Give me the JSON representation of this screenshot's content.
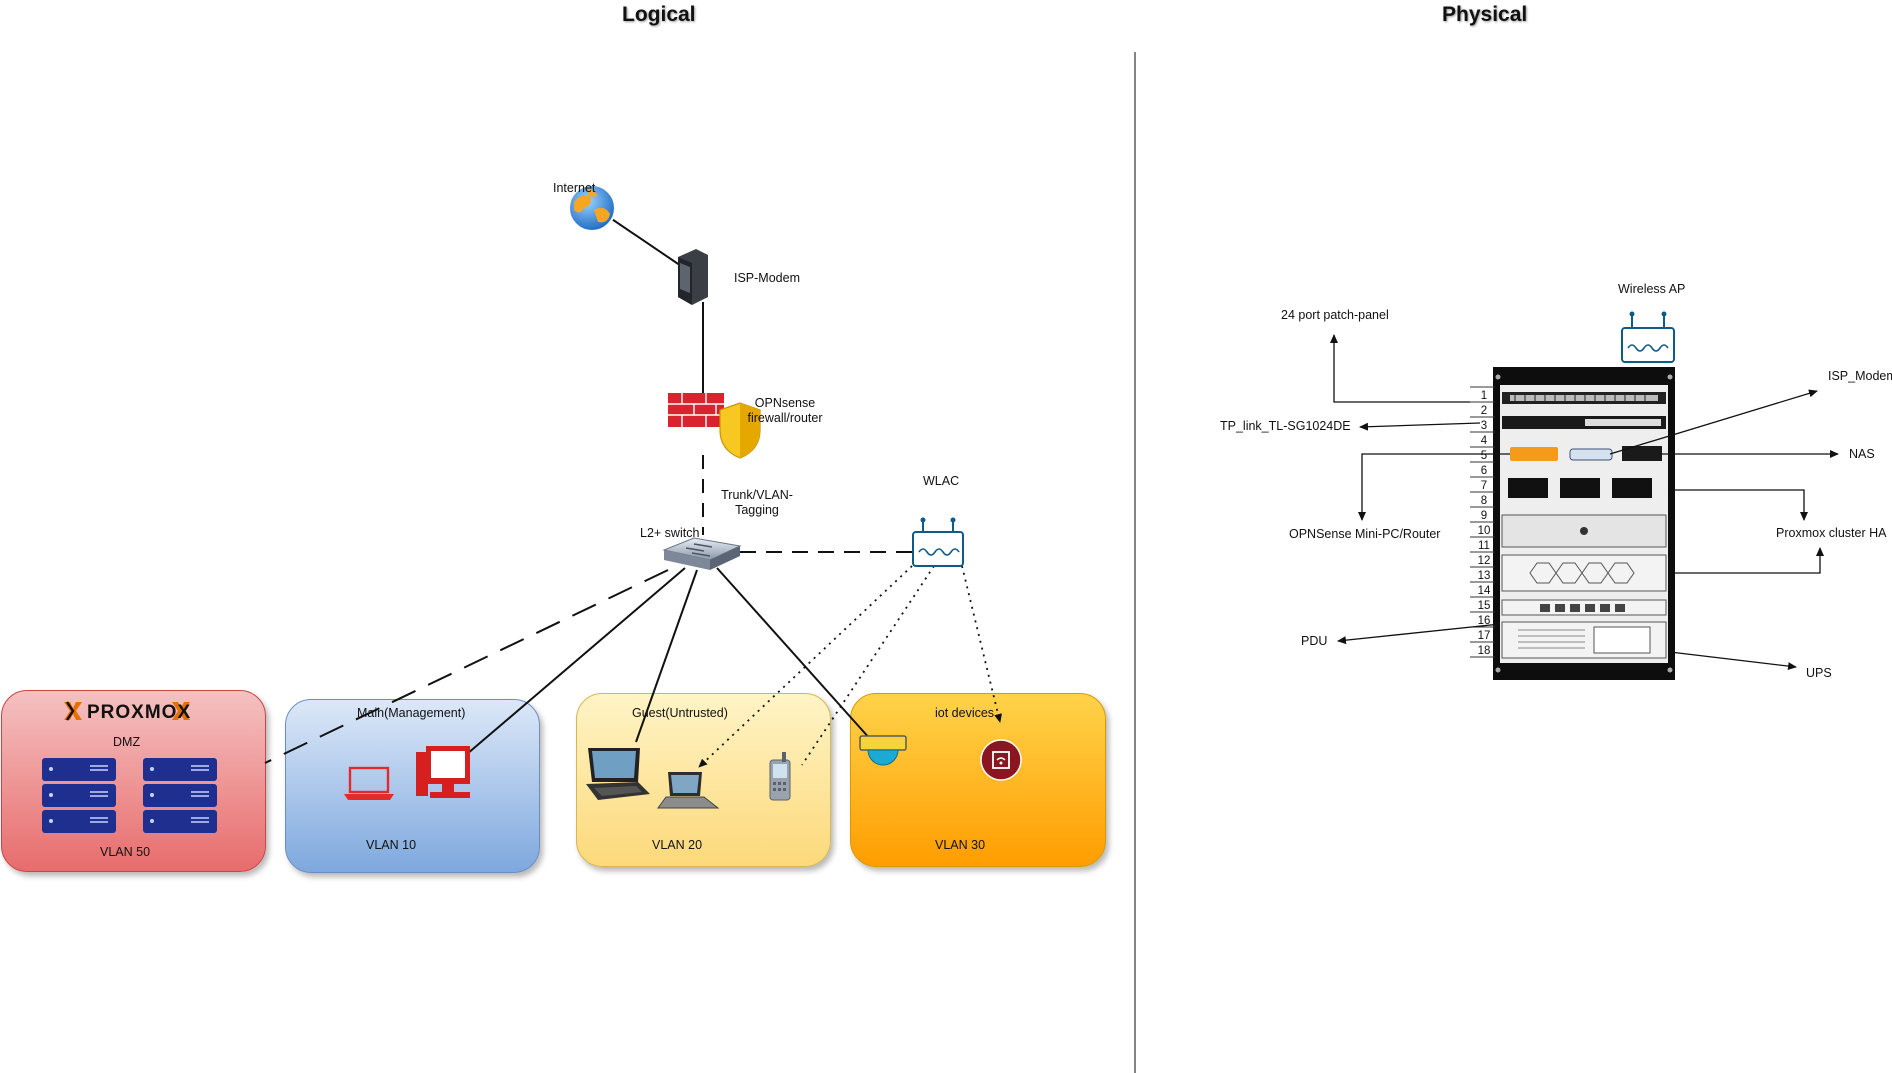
{
  "titles": {
    "logical": "Logical",
    "physical": "Physical"
  },
  "logical": {
    "internet": "Internet",
    "isp_modem": "ISP-Modem",
    "firewall_line1": "OPNsense",
    "firewall_line2": "firewall/router",
    "trunk_line1": "Trunk/VLAN-",
    "trunk_line2": "Tagging",
    "switch": "L2+ switch",
    "wlac": "WLAC",
    "vlans": [
      {
        "name": "",
        "brand": "PROXMOX",
        "brand_x": "X",
        "subtitle": "DMZ",
        "vlan": "VLAN 50",
        "color_top": "#f5c1c1",
        "color_bottom": "#e86c6c"
      },
      {
        "name": "Main(Management)",
        "vlan": "VLAN 10",
        "color_top": "#dce8f8",
        "color_bottom": "#7ea8de"
      },
      {
        "name": "Guest(Untrusted)",
        "vlan": "VLAN 20",
        "color_top": "#fff4c6",
        "color_bottom": "#fcd97a"
      },
      {
        "name": "iot devices",
        "vlan": "VLAN 30",
        "color_top": "#ffd34a",
        "color_bottom": "#ff9d00"
      }
    ]
  },
  "physical": {
    "wireless_ap": "Wireless AP",
    "patch_panel": "24 port patch-panel",
    "isp_modem": "ISP_Modem",
    "switch": "TP_link_TL-SG1024DE",
    "nas": "NAS",
    "opnsense": "OPNSense Mini-PC/Router",
    "proxmox": "Proxmox cluster HA",
    "pdu": "PDU",
    "ups": "UPS",
    "rack_units": [
      "1",
      "2",
      "3",
      "4",
      "5",
      "6",
      "7",
      "8",
      "9",
      "10",
      "11",
      "12",
      "13",
      "14",
      "15",
      "16",
      "17",
      "18"
    ]
  },
  "icons": [
    "globe-icon",
    "modem-icon",
    "firewall-icon",
    "shield-icon",
    "switch-icon",
    "access-point-icon",
    "server-icon",
    "laptop-icon",
    "desktop-icon",
    "tablet-icon",
    "phone-icon",
    "dome-camera-icon",
    "iot-hub-icon",
    "rack-icon"
  ]
}
